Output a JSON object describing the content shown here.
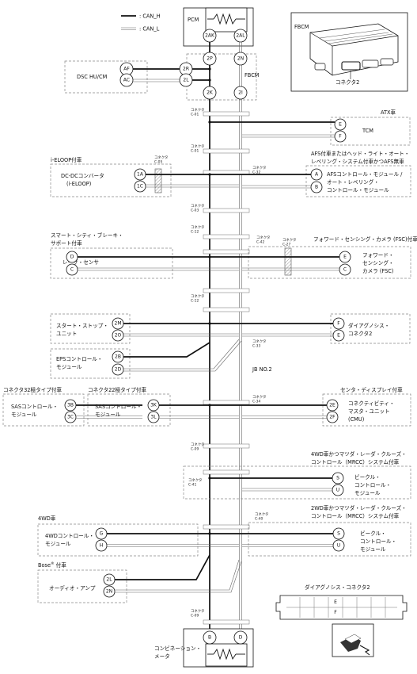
{
  "legend": {
    "can_h": ": CAN_H",
    "can_l": ": CAN_L"
  },
  "pcm": {
    "label": "PCM",
    "pin_h": "2AK",
    "pin_l": "2AL"
  },
  "fbcm": {
    "label": "FBCM",
    "pin_2p": "2P",
    "pin_2n": "2N",
    "pin_2k": "2K",
    "pin_2i": "2I",
    "pin_2r": "2R",
    "pin_2l": "2L"
  },
  "fbcm_inset": {
    "title": "FBCM",
    "caption": "コネクタ2"
  },
  "dsc": {
    "label": "DSC HU/CM",
    "pin_h": "AF",
    "pin_l": "AC"
  },
  "connectors": {
    "c01a": {
      "label": "コネクタ",
      "code": "C-01"
    },
    "c01b": {
      "label": "コネクタ",
      "code": "C-01"
    },
    "c32": {
      "label": "コネクタ",
      "code": "C-32"
    },
    "c05": {
      "label": "コネクタ",
      "code": "C-05"
    },
    "c03": {
      "label": "コネクタ",
      "code": "C-03"
    },
    "c12a": {
      "label": "コネクタ",
      "code": "C-12"
    },
    "c42": {
      "label": "コネクタ",
      "code": "C-42"
    },
    "c27": {
      "label": "コネクタ",
      "code": "C-27"
    },
    "c12b": {
      "label": "コネクタ",
      "code": "C-12"
    },
    "c33": {
      "label": "コネクタ",
      "code": "C-33"
    },
    "c34": {
      "label": "コネクタ",
      "code": "C-34"
    },
    "c09a": {
      "label": "コネクタ",
      "code": "C-09"
    },
    "c41": {
      "label": "コネクタ",
      "code": "C-41"
    },
    "c40": {
      "label": "コネクタ",
      "code": "C-40"
    },
    "c09b": {
      "label": "コネクタ",
      "code": "C-09"
    }
  },
  "atx": {
    "group": "ATX車",
    "label": "TCM",
    "pin_h": "E",
    "pin_l": "F"
  },
  "ieloop": {
    "group": "i-ELOOP付車",
    "label1": "DC-DCコンバータ",
    "label2": "(i-ELOOP)",
    "pin_h": "1A",
    "pin_l": "1C"
  },
  "afs": {
    "group1": "AFS付車またはヘッド・ライト・オート・",
    "group2": "レベリング・システム付車かつAFS無車",
    "label1": "AFSコントロール・モジュール /",
    "label2": "オート・レベリング・",
    "label3": "コントロール・モジュール",
    "pin_h": "A",
    "pin_l": "B"
  },
  "scbs": {
    "group1": "スマート・シティ・ブレーキ・",
    "group2": "サポート付車",
    "label": "レーザ・センサ",
    "pin_h": "D",
    "pin_l": "C"
  },
  "fsc": {
    "group": "フォワード・センシング・カメラ (FSC)付車",
    "label1": "フォワード・",
    "label2": "センシング・",
    "label3": "カメラ (FSC)",
    "pin_h": "E",
    "pin_l": "C"
  },
  "start_stop": {
    "label1": "スタート・ストップ・",
    "label2": "ユニット",
    "pin_h": "2M",
    "pin_l": "2O"
  },
  "dlc": {
    "label1": "ダイアグノシス・",
    "label2": "コネクタ2",
    "pin_h": "F",
    "pin_l": "E"
  },
  "eps": {
    "label1": "EPSコントロール・",
    "label2": "モジュール",
    "pin_h": "2B",
    "pin_l": "2D"
  },
  "jb": {
    "label": "JB NO.2"
  },
  "sas32": {
    "group": "コネクタ32極タイプ付車",
    "label1": "SASコントロール・",
    "label2": "モジュール",
    "pin_h": "3B",
    "pin_l": "3C"
  },
  "sas22": {
    "group": "コネクタ22極タイプ付車",
    "label1": "SASコントロール・",
    "label2": "モジュール",
    "pin_h": "3K",
    "pin_l": "3L"
  },
  "cmu": {
    "group": "センタ・ディスプレイ付車",
    "label1": "コネクティビティ・",
    "label2": "マスタ・ユニット",
    "label3": "(CMU)",
    "pin_h": "2E",
    "pin_l": "2F"
  },
  "vehicle1": {
    "group1": "4WD車かつマツダ・レーダ・クルーズ・",
    "group2": "コントロール（MRCC）システム付車",
    "label1": "ビークル・",
    "label2": "コントロール・",
    "label3": "モジュール",
    "pin_h": "S",
    "pin_l": "U"
  },
  "awd": {
    "group": "4WD車",
    "label1": "4WDコントロール・",
    "label2": "モジュール",
    "pin_h": "G",
    "pin_l": "H"
  },
  "vehicle2": {
    "group1": "2WD車かつマツダ・レーダ・クルーズ・",
    "group2": "コントロール（MRCC）システム付車",
    "label1": "ビークル・",
    "label2": "コントロール・",
    "label3": "モジュール",
    "pin_h": "S",
    "pin_l": "U"
  },
  "bose": {
    "group": "Bose",
    "group_sup": "®",
    "group_suffix": " 付車",
    "label": "オーディオ・アンプ",
    "pin_h": "2L",
    "pin_l": "2N"
  },
  "dlc_inset": {
    "title": "ダイアグノシス・コネクタ2",
    "pin_e": "E",
    "pin_f": "F"
  },
  "meter": {
    "label1": "コンビネーション・",
    "label2": "メータ",
    "pin_h": "B",
    "pin_l": "D"
  },
  "colors": {
    "line": "#111111",
    "dashed": "#888888",
    "background": "#ffffff"
  }
}
